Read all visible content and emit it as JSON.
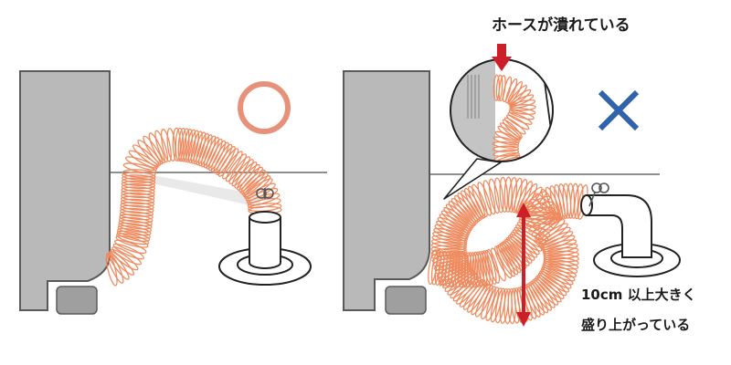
{
  "left_panel": {
    "verdict": "correct",
    "verdict_mark": "○",
    "verdict_color": "#e8917a"
  },
  "right_panel": {
    "verdict": "incorrect",
    "verdict_mark": "×",
    "verdict_color": "#2f63ad",
    "crushed_label": "ホースが潰れている",
    "raised_label_line1": "10cm 以上大きく",
    "raised_label_line2": "盛り上がっている",
    "arrow_color": "#cc1f2a"
  },
  "colors": {
    "hose": "#ef8a5e",
    "machine": "#b9b9b9",
    "outline": "#5a5a5a"
  }
}
